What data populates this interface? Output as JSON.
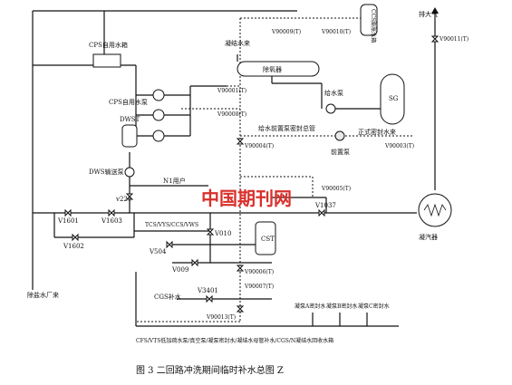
{
  "labels": {
    "cps_tank_top": "CPS自用水箱",
    "cps_pump": "CPS自用水泵",
    "dwst": "DWST",
    "dws_pump": "DWS输送泵",
    "v221": "v221",
    "n1_user": "N1用户",
    "v1601": "V1601",
    "v1603": "V1603",
    "v1602": "V1602",
    "desalted_water": "除盐水厂来",
    "condensate_in": "凝结水来",
    "deaerator": "除氧器",
    "ccs_tank": "CCS膨胀水箱",
    "vent": "排大气",
    "v90009": "V90009(T)",
    "v90010": "V90010(T)",
    "v90011": "V90011(T)",
    "v90001": "V90001(T)",
    "v90008": "V90008(T)",
    "feed_pump": "给水泵",
    "sg": "SG",
    "feed_prepump_seal": "给水前置泵密封总管",
    "pre_pump": "前置泵",
    "formal_seal_water": "正式密封水来",
    "v90004": "V90004(T)",
    "v90003": "V90003(T)",
    "v90005": "V90005(T)",
    "v1037": "V1037",
    "condenser": "凝汽器",
    "tcs_line": "TCS/VYS/CCS/VWS",
    "v504": "V504",
    "v010": "V010",
    "cst": "CST",
    "v009": "V009",
    "v90006": "V90006(T)",
    "v90007": "V90007(T)",
    "cgs_makeup": "CGS补水",
    "v3401": "V3401",
    "v90013": "V90013(T)",
    "pump_a_seal": "凝泵A密封水",
    "pump_b_seal": "凝泵B密封水",
    "pump_c_seal": "凝泵C密封水",
    "bottom_header": "CFS/VTS低加疏水泵/真空泵/凝泵密封水/凝结水母管补水/CGS/N凝结水回收水箱"
  },
  "watermark": "中国期刊网",
  "caption": "图 3    二回路冲洗期间临时补水总图 Z"
}
